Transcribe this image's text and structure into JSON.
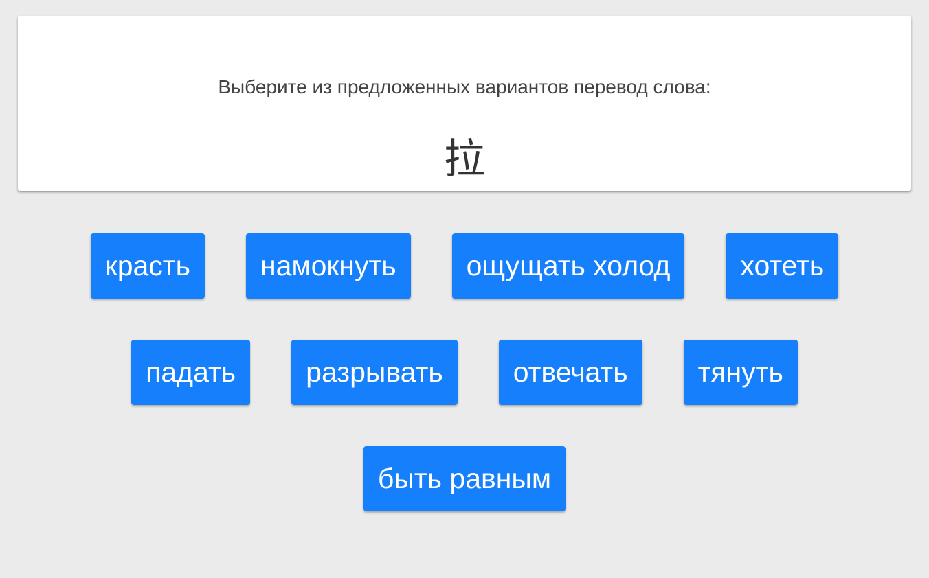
{
  "question": {
    "prompt": "Выберите из предложенных вариантов перевод слова:",
    "word": "拉"
  },
  "answers": [
    [
      "красть",
      "намокнуть",
      "ощущать холод",
      "хотеть"
    ],
    [
      "падать",
      "разрывать",
      "отвечать",
      "тянуть"
    ],
    [
      "быть равным"
    ]
  ],
  "colors": {
    "button": "#167ffc",
    "background": "#ebebeb"
  }
}
